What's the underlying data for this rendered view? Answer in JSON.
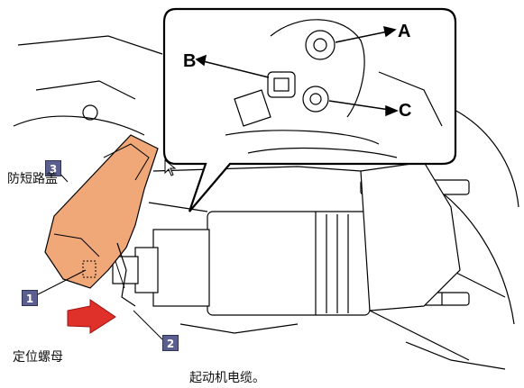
{
  "callouts": {
    "a": "A",
    "b": "B",
    "c": "C"
  },
  "labels": {
    "anti_short_cover": "防短路盖",
    "positioning_nut": "定位螺母",
    "starter_cable": "起动机电缆。"
  },
  "badges": {
    "one": "1",
    "two": "2",
    "three": "3"
  },
  "colors": {
    "cover_orange": "#f0a878",
    "badge_fill": "#5b5f8f",
    "arrow_red": "#e0302a"
  }
}
